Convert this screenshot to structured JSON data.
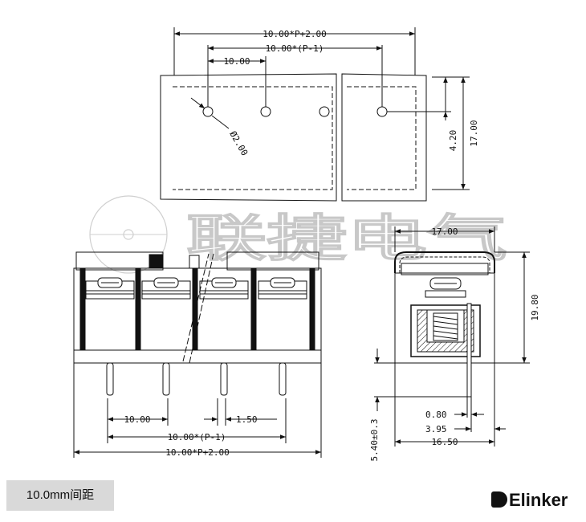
{
  "top_view": {
    "dims": {
      "total_width": "10.00*P+2.00",
      "pitch_span": "10.00*(P-1)",
      "pitch": "10.00",
      "hole_dia": "Ø2.00",
      "hole_offset": "4.20",
      "height": "17.00"
    }
  },
  "front_view": {
    "dims": {
      "pitch": "10.00",
      "pin_width": "1.50",
      "pitch_span": "10.00*(P-1)",
      "total_width": "10.00*P+2.00"
    }
  },
  "side_view": {
    "dims": {
      "top_width": "17.00",
      "height": "19.80",
      "pin_thickness": "0.80",
      "pin_offset": "3.95",
      "base_width": "16.50",
      "pin_length": "5.40±0.3"
    }
  },
  "watermark": "联捷电气",
  "caption": "10.0mm间距",
  "brand": "Elinker"
}
